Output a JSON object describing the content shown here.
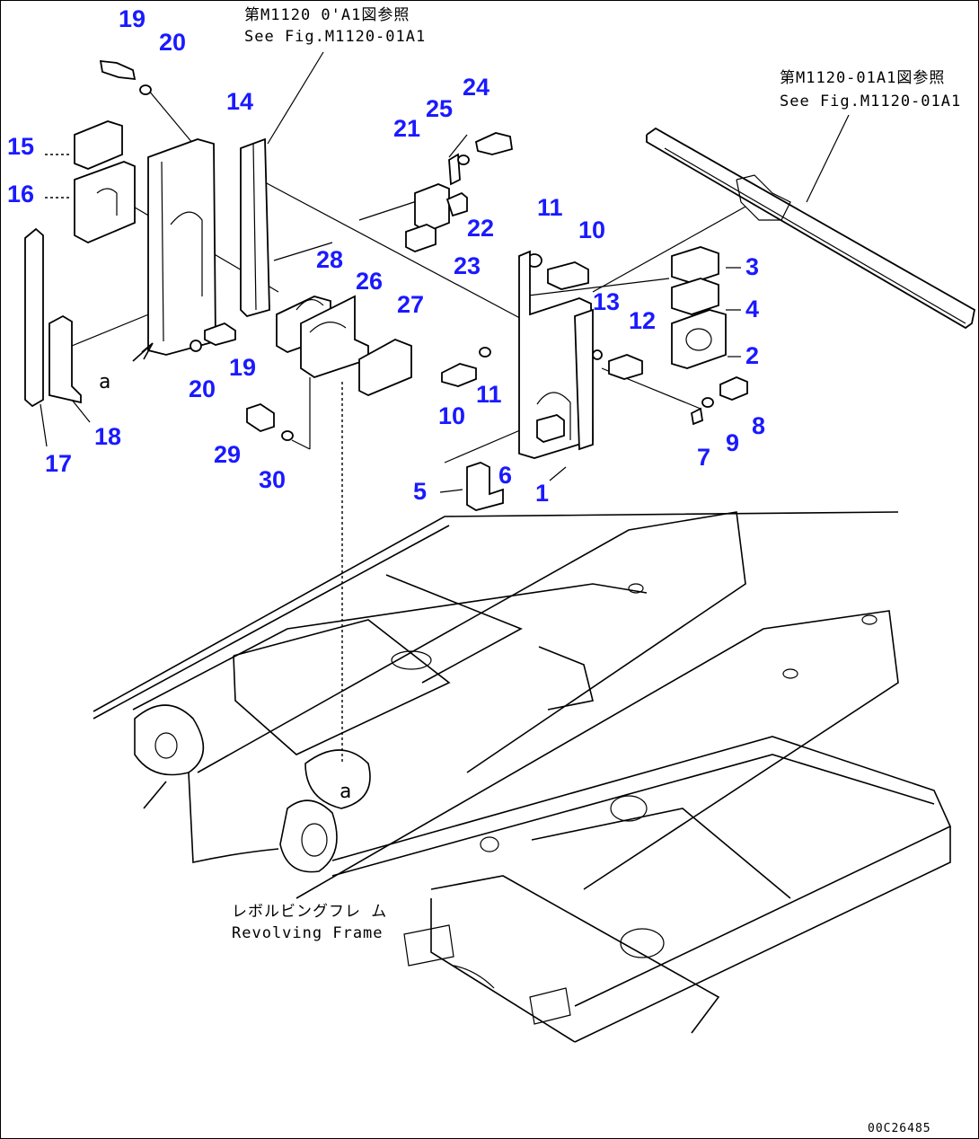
{
  "references": {
    "top_jp": "第M1120 0'A1図参照",
    "top_en": "See Fig.M1120-01A1",
    "right_jp": "第M1120-01A1図参照",
    "right_en": "See Fig.M1120-01A1",
    "frame_jp": "レボルビングフレ ム",
    "frame_en": "Revolving Frame"
  },
  "marker": "a",
  "marker2": "a",
  "drawing_code": "00C26485",
  "colors": {
    "callout": "#1a1aff",
    "line": "#000000"
  },
  "callouts": [
    "19",
    "20",
    "14",
    "15",
    "16",
    "17",
    "18",
    "20",
    "19",
    "28",
    "26",
    "27",
    "29",
    "30",
    "21",
    "25",
    "24",
    "22",
    "23",
    "11",
    "10",
    "13",
    "12",
    "11",
    "10",
    "6",
    "5",
    "1",
    "3",
    "4",
    "2",
    "8",
    "9",
    "7"
  ]
}
